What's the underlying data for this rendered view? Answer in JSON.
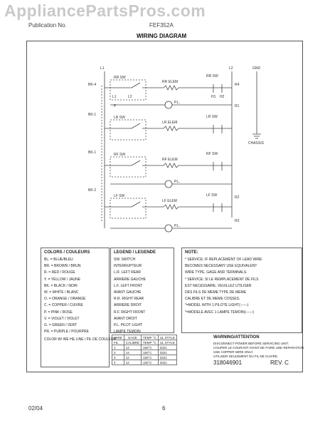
{
  "watermark": "AppliancePartsPros.com",
  "header": {
    "manufacturer": "Publication No.",
    "model": "FEF352A",
    "title": "WIRING DIAGRAM"
  },
  "diagram": {
    "line_labels": {
      "l1": "L1",
      "l2": "L2",
      "gnd": "GND"
    },
    "wire_labels": [
      "BK-4",
      "BK-1",
      "BK-1",
      "BK-2"
    ],
    "switch_labels": [
      "RR SW",
      "LR SW",
      "RF SW",
      "LF SW"
    ],
    "element_labels": [
      "RR ELEM",
      "LR ELEM",
      "RF ELEM",
      "LF ELEM"
    ],
    "right_switch_labels": [
      "RR SW",
      "LR SW",
      "RF SW",
      "LF SW"
    ],
    "pl_label": "P.L.",
    "r_labels": [
      "R4",
      "R1",
      "R2",
      "R3"
    ],
    "chassis_label": "CHASSIS",
    "terminal_labels": [
      "L1",
      "L2",
      "H1",
      "H2",
      "P"
    ]
  },
  "colors_box": {
    "title": "COLORS / COULEURS",
    "rows": [
      "BL.  =  BLUE/BLEU",
      "BR.  =  BROWN / BRUN",
      "R.  =  RED / ROUGE",
      "Y.  =  YELLOW / JAUNE",
      "BK.  =  BLACK / NOIR",
      "W.  =  WHITE / BLANC",
      "O.  =  ORANGE / ORANGE",
      "C.  =  COPPER / CUIVRE",
      "P.  =  PINK / ROSE",
      "V.  =  VIOLET / VIOLET",
      "G.  =  GREEN / VERT",
      "PR.  =  PURPLE / POURPRE"
    ],
    "footer": "COLOR W/ WE HE LINE / FIL DE COULEUR"
  },
  "legend_box": {
    "title": "LEGEND / LEGENDE",
    "rows": [
      "SW.  SWITCH",
      "       INTERRUPTEUR",
      "L.R.  LEFT REAR",
      "       ARRIERE GAUCHE",
      "L.F.  LEFT FRONT",
      "       AVANT GAUCHE",
      "R.R.  RIGHT REAR",
      "       ARRIERE DROIT",
      "R.F.  RIGHT FRONT",
      "       AVANT DROIT",
      "P.L.  PILOT LIGHT",
      "       LAMPE TEMOIN"
    ]
  },
  "note_box": {
    "title": "NOTE:",
    "rows": [
      "* SERVICE: IF REPLACEMENT OF LEAD WIRE",
      "  BECOMES NECESSARY USE EQUIVALENT",
      "  WIRE TYPE, GAGE AND TERMINALS.",
      "* SERVICE: SI LE REMPLACEMENT DE FILS",
      "  EST NECESSAIRE, VEUILLEZ UTILISER",
      "  DES FILS DE MEME TYPE DE MEME",
      "  CALIBRE ET DE MEME COSSES.",
      "*=MODEL WITH 1 PILOTE LIGHT(------)",
      "*=MODELE AVEC 1 LAMPE TEMOIN(------)"
    ]
  },
  "warning": {
    "title": "WARNING/ATTENTION",
    "lines": [
      "DISCONNECT POWER BEFORE SERVICING UNIT.",
      "COUPER LE COURANT AVANT DE FAIRE UNE REPARATION.",
      "USE COPPER WIRE ONLY.",
      "UTILISER SEULEMENT DU FIL DE CUIVRE."
    ]
  },
  "wire_table": {
    "headers": [
      "WIRE",
      "GAGE",
      "TEMP °C",
      "UL STYLE"
    ],
    "subheaders": [
      "FIL",
      "CALIBRE",
      "TEMP °C",
      "UL STYLE"
    ],
    "rows": [
      [
        "1",
        "14",
        "150°C",
        "3321"
      ],
      [
        "2",
        "14",
        "150°C",
        "3321"
      ],
      [
        "3",
        "12",
        "150°C",
        "3321"
      ],
      [
        "4",
        "12",
        "150°C",
        "3321"
      ]
    ]
  },
  "part_number": "318046901",
  "revision": "REV. C",
  "footer": {
    "date": "02/04",
    "page": "6"
  }
}
